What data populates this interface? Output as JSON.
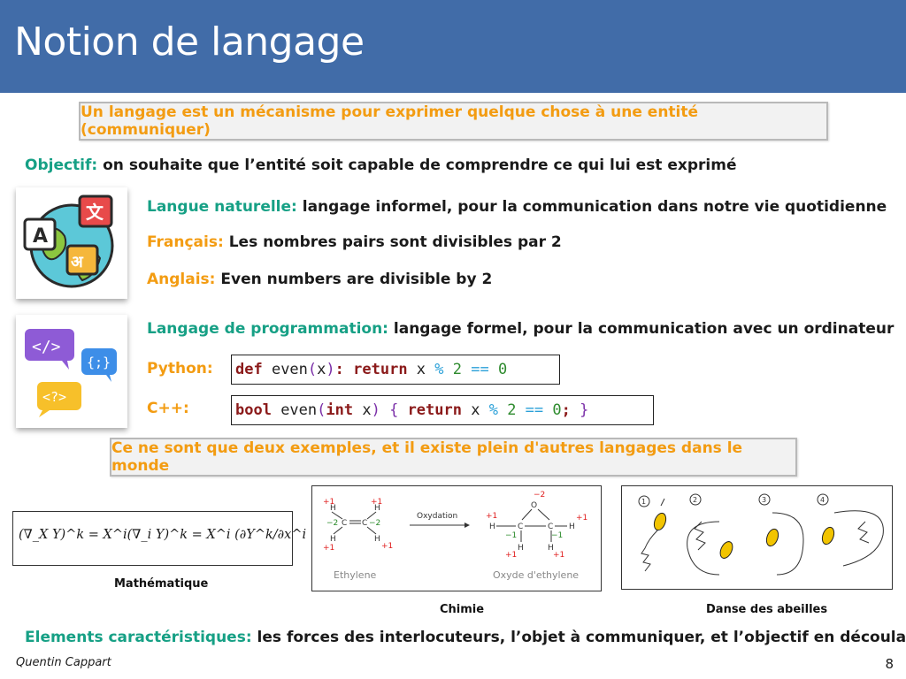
{
  "slide": {
    "title": "Notion de langage",
    "definition": "Un langage est un mécanisme pour exprimer quelque chose à une entité (communiquer)",
    "objective_label": "Objectif:",
    "objective_text": "on souhaite que l’entité soit capable de comprendre ce qui lui est exprimé",
    "natural": {
      "label": "Langue naturelle:",
      "text": "langage informel, pour la communication dans notre vie quotidienne",
      "french_label": "Français:",
      "french_text": "Les nombres pairs sont divisibles par 2",
      "english_label": "Anglais:",
      "english_text": "Even numbers are divisible by 2"
    },
    "programming": {
      "label": "Langage de programmation:",
      "text": "langage formel, pour la communication avec un ordinateur",
      "python_label": "Python:",
      "cpp_label": "C++:",
      "python_code": {
        "def": "def",
        "name": " even",
        "lp": "(",
        "arg": "x",
        "rp": ")",
        "colon": ":",
        "ret": " return",
        "x": " x ",
        "mod": "%",
        "two": " 2 ",
        "eq": "==",
        "zero": " 0"
      },
      "cpp_code": {
        "bool": "bool",
        "name": " even",
        "lp": "(",
        "int": "int",
        "x": " x",
        "rp": ")",
        "lb": " {",
        "ret": " return",
        "x2": " x ",
        "mod": "%",
        "two": " 2 ",
        "eq": "==",
        "zero": " 0",
        "semi": ";",
        "rb": " }"
      }
    },
    "examples_note": "Ce ne sont que deux exemples, et il existe plein d'autres langages dans le monde",
    "math_formula": "(∇_X Y)^k = X^i(∇_i Y)^k = X^i (∂Y^k/∂x^i + Γ^k_im Y^m)",
    "captions": {
      "math": "Mathématique",
      "chem": "Chimie",
      "bees": "Danse des abeilles"
    },
    "chem": {
      "reaction": "Oxydation",
      "reactant": "Ethylene",
      "product": "Oxyde d'ethylene"
    },
    "bee_steps": [
      "1",
      "2",
      "3",
      "4"
    ],
    "elements_label": "Elements caractéristiques:",
    "elements_text": "les forces des interlocuteurs, l’objet à communiquer, et l’objectif en découlant",
    "author": "Quentin Cappart",
    "page": "8"
  },
  "colors": {
    "title_bar": "#416ca8",
    "accent_orange": "#f39c12",
    "accent_teal": "#16a085"
  },
  "icons": [
    "translation-globe-icon",
    "code-chat-icon",
    "bee-icon"
  ]
}
